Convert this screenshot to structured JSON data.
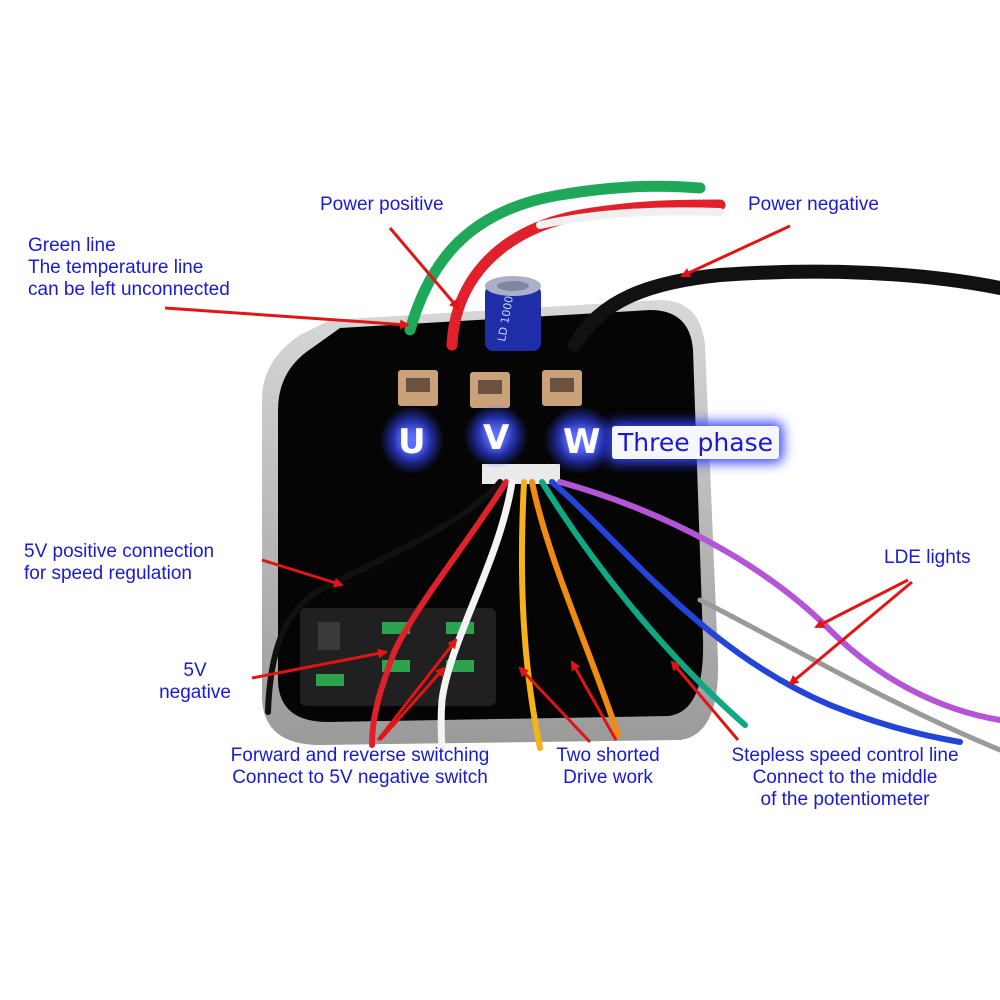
{
  "labels": {
    "power_positive": "Power positive",
    "power_negative": "Power negative",
    "green_line": [
      "Green line",
      "The temperature line",
      "can be left unconnected"
    ],
    "three_phase": "Three phase",
    "phase_u": "U",
    "phase_v": "V",
    "phase_w": "W",
    "positive_5v": [
      "5V positive connection",
      "for speed regulation"
    ],
    "negative_5v": [
      "5V",
      "negative"
    ],
    "lde_lights": "LDE lights",
    "forward_reverse": [
      "Forward and reverse switching",
      "Connect to 5V negative switch"
    ],
    "two_shorted": [
      "Two shorted",
      "Drive work"
    ],
    "stepless": [
      "Stepless speed control line",
      "Connect to the middle",
      "of the potentiometer"
    ]
  },
  "capacitor_marking": "LD 1000",
  "colors": {
    "label_text": "#1a1ad0",
    "arrow": "#e01515",
    "board": "#050505",
    "housing": "#b9b9b9",
    "wire_green": "#1fa85a",
    "wire_red": "#e0202a",
    "wire_black": "#111111",
    "wire_white": "#f4f4f4",
    "wire_yellow": "#f5b21a",
    "wire_orange": "#f08a12",
    "wire_teal": "#10a884",
    "wire_blue": "#2244d8",
    "wire_purple": "#b455d8",
    "led_glow": "#3446ff"
  }
}
